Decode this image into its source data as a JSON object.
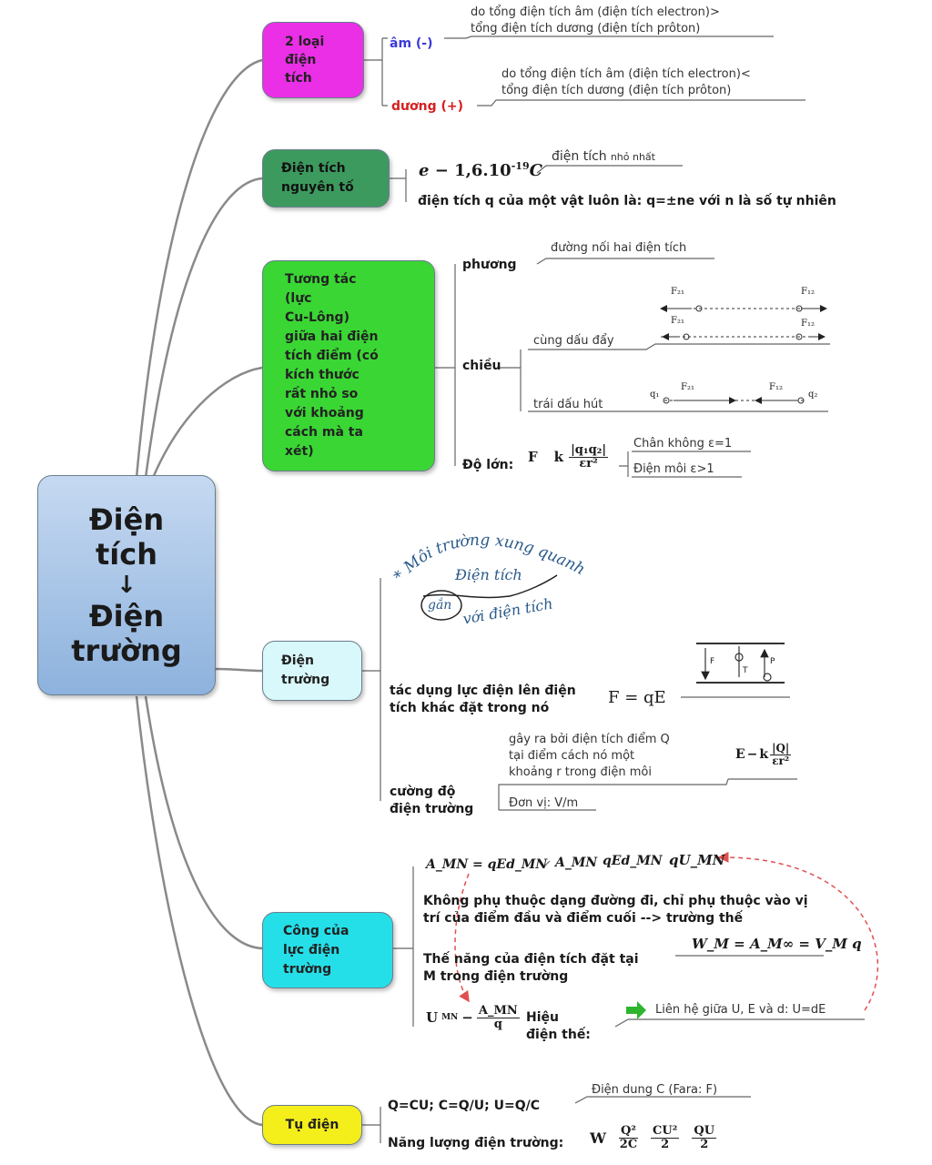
{
  "center": {
    "line1": "Điện",
    "line2": "tích",
    "arrow": "↓",
    "line3": "Điện",
    "line4": "trường"
  },
  "b1": {
    "label": "2 loại\nđiện\ntích",
    "am": "âm (-)",
    "duong": "dương (+)",
    "am_desc1": "do tổng điện tích âm (điện tích electron)>",
    "am_desc2": "tổng điện tích dương (điện tích prôton)",
    "duong_desc1": "do tổng điện tích âm (điện tích electron)<",
    "duong_desc2": "tổng điện tích dương (điện tích prôton)"
  },
  "b2": {
    "label": "Điện tích\nnguyên tố",
    "formula_e": "e",
    "formula_val": "1,6.10",
    "formula_exp": "-19",
    "formula_unit": "C",
    "note_main": "điện tích",
    "note_small": "nhỏ nhất",
    "q_rule": "điện tích q của một vật luôn là: q=±ne với n là số tự nhiên"
  },
  "b3": {
    "label": "Tương tác\n(lực\nCu-Lông)\ngiữa hai điện\ntích điểm (có\nkích thước\nrất nhỏ so\nvới khoảng\ncách mà ta\nxét)",
    "phuong": "phương",
    "phuong_desc": "đường nối hai điện tích",
    "chieu": "chiều",
    "cung_dau": "cùng dấu đẩy",
    "trai_dau": "trái dấu hút",
    "do_lon": "Độ lớn:",
    "F": "F",
    "k": "k",
    "num": "|q₁q₂|",
    "den": "εr²",
    "chan_khong": "Chân không ε=1",
    "dien_moi": "Điện môi ε>1",
    "f21": "F₂₁",
    "f12": "F₁₂",
    "q1": "q₁",
    "q2": "q₂"
  },
  "b4": {
    "label": "Điện\ntrường",
    "arc_text": "* Môi trường xung quanh",
    "dien_tich": "Điện tích",
    "gan": "gắn",
    "voi_dien_tich": "với điện tích",
    "tac_dung1": "tác dụng lực điện lên điện",
    "tac_dung2": "tích khác đặt trong nó",
    "F_qE": "F = qE",
    "cuong_do1": "cường độ",
    "cuong_do2": "điện trường",
    "gay_ra1": "gây ra bởi điện tích điểm Q",
    "gay_ra2": "tại điểm cách nó một",
    "gay_ra3": "khoảng r trong điện môi",
    "E": "E",
    "k": "k",
    "e_num": "|Q|",
    "e_den": "εr²",
    "don_vi": "Đơn vị: V/m",
    "diag_F": "F",
    "diag_T": "T",
    "diag_P": "P"
  },
  "b5": {
    "label": "Công của\nlực điện\ntrường",
    "a_formula": "A_MN = qEd_MN",
    "a_chain1": "A_MN",
    "a_chain2": "qEd_MN",
    "a_chain3": "qU_MN",
    "khong_phu1": "Không phụ thuộc dạng đường đi, chỉ phụ thuộc vào vị",
    "khong_phu2": "trí của điểm đầu và điểm cuối --> trường thế",
    "the_nang1": "Thế năng của điện tích đặt tại",
    "the_nang2": "M trong điện trường",
    "w_formula": "W_M = A_M∞ = V_M q",
    "U": "U",
    "U_sub": "MN",
    "u_num": "A_MN",
    "u_den": "q",
    "hieu1": "Hiệu",
    "hieu2": "điện thế:",
    "lien_he": "Liên hệ giữa U, E và d: U=dE"
  },
  "b6": {
    "label": "Tụ điện",
    "q_cu": "Q=CU; C=Q/U; U=Q/C",
    "dien_dung": "Điện dung C (Fara: F)",
    "nang_luong": "Năng lượng điện trường:",
    "W": "W",
    "n1": "Q²",
    "d1": "2C",
    "n2": "CU²",
    "d2": "2",
    "n3": "QU",
    "d3": "2"
  },
  "colors": {
    "center": "#9fbde0",
    "b1": "#ea2fe6",
    "b2": "#3d9a5e",
    "b3": "#3ad634",
    "b4": "#d9f8fb",
    "b5": "#25dfe8",
    "b6": "#f4ee1a",
    "am": "#3a3ad8",
    "duong": "#d62020",
    "arrow_dashed": "#e05050",
    "green_arrow": "#2db52d",
    "script_text": "#2a5a8a"
  }
}
